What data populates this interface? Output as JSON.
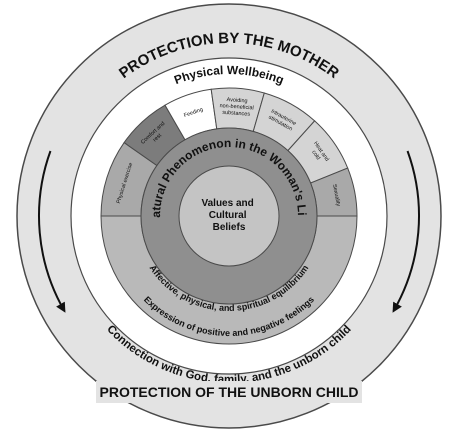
{
  "outer": {
    "top_title": "PROTECTION BY THE MOTHER",
    "bottom_title": "PROTECTION OF THE UNBORN CHILD",
    "connection_text": "Connection with God, family, and the unborn child"
  },
  "physical_ring": {
    "title": "Physical Wellbeing",
    "segments": [
      {
        "lines": [
          "Physical exercise"
        ]
      },
      {
        "lines": [
          "Comfort and",
          "rest"
        ]
      },
      {
        "lines": [
          "Feeding"
        ]
      },
      {
        "lines": [
          "Avoiding",
          "non-beneficial",
          "substances"
        ]
      },
      {
        "lines": [
          "Intrauterine",
          "stimulation"
        ]
      },
      {
        "lines": [
          "Heat and",
          "cold"
        ]
      },
      {
        "lines": [
          "Sexuality"
        ]
      }
    ]
  },
  "lower_ring": {
    "expression_text": "Expression of positive and negative feelings",
    "affective_text": "Affective, physical, and spiritual equilibrium"
  },
  "inner_ring": {
    "text": "Natural Phenomenon in the Woman's Life"
  },
  "center": {
    "lines": [
      "Values and",
      "Cultural",
      "Beliefs"
    ]
  },
  "colors": {
    "outer_ring": "#e3e3e3",
    "ring_border": "#4a4a4a",
    "physical_white": "#ffffff",
    "physical_light": "#d4d4d4",
    "physical_mid": "#a9a9a9",
    "physical_dark": "#7c7c7c",
    "lower_ring": "#b9b9b9",
    "inner_ring": "#8f8f8f",
    "center": "#c4c4c4",
    "text": "#111111"
  }
}
